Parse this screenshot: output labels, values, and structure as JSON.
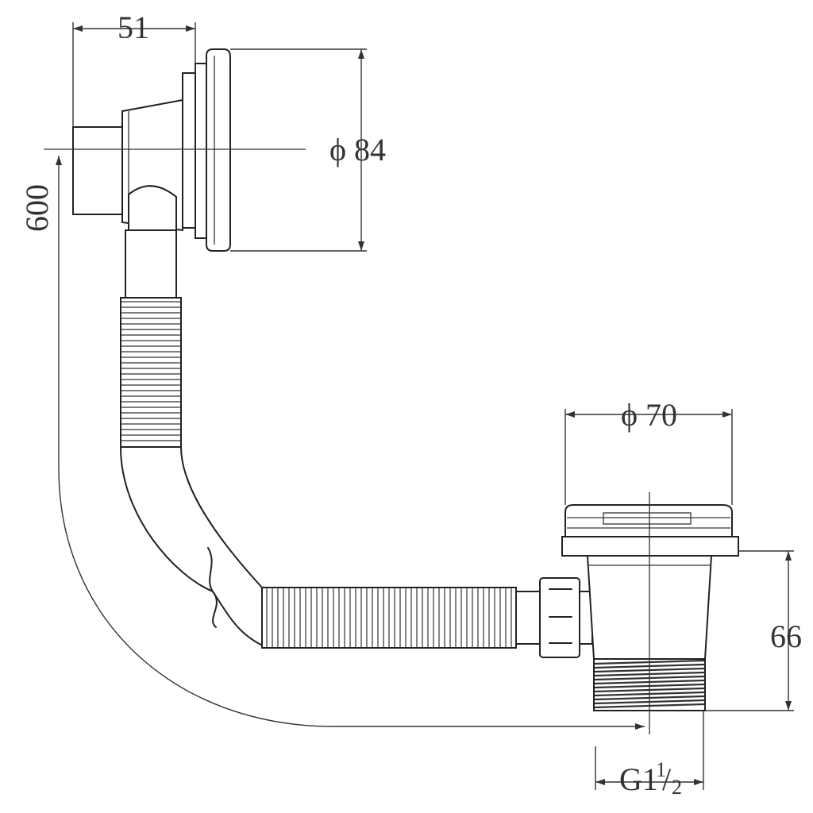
{
  "dimensions": {
    "top_width": "51",
    "overflow_diameter": "ϕ 84",
    "total_length": "600",
    "waste_diameter": "ϕ 70",
    "waste_height": "66",
    "thread": {
      "main": "G1",
      "sup": "1",
      "slash": "/",
      "sub": "2"
    }
  }
}
